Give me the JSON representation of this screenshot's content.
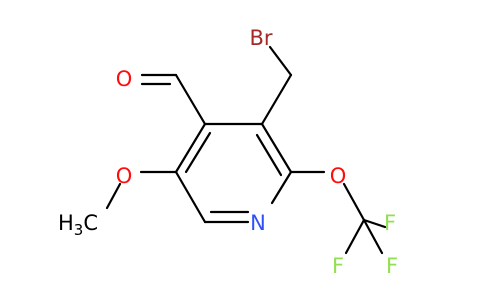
{
  "atoms": {
    "br": {
      "text": "Br",
      "color": "#A62929"
    },
    "o_aldehyde": {
      "text": "O",
      "color": "#FF0D0D"
    },
    "o_methoxy": {
      "text": "O",
      "color": "#FF0D0D"
    },
    "o_ocf3": {
      "text": "O",
      "color": "#FF0D0D"
    },
    "n_ring": {
      "text": "N",
      "color": "#3050F8"
    },
    "f_top": {
      "text": "F",
      "color": "#90E050"
    },
    "f_left": {
      "text": "F",
      "color": "#90E050"
    },
    "f_right": {
      "text": "F",
      "color": "#90E050"
    },
    "methyl": {
      "text": "H",
      "sub": "3",
      "text2": "C",
      "color": "#000000"
    }
  }
}
